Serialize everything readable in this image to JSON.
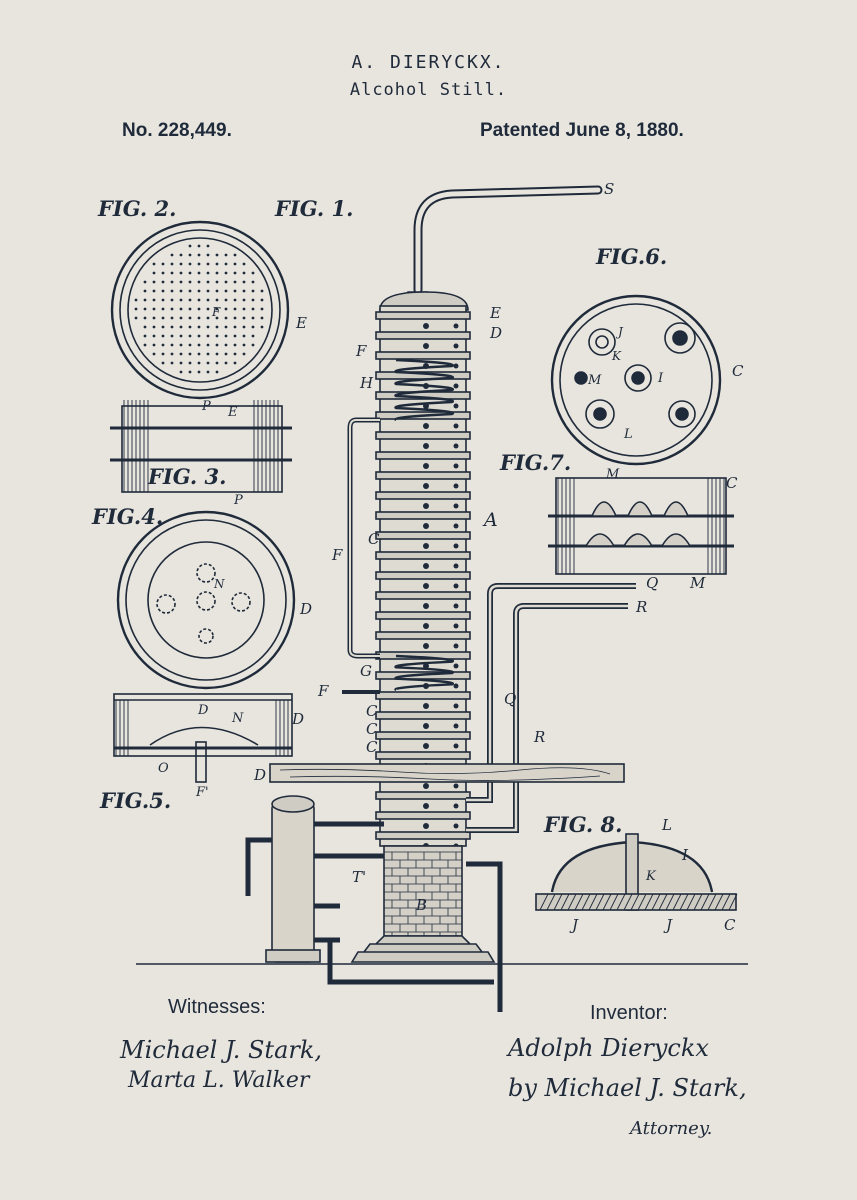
{
  "header": {
    "inventor_name": "A. DIERYCKX.",
    "title": "Alcohol Still.",
    "patent_number": "No. 228,449.",
    "patent_date": "Patented June 8, 1880."
  },
  "figures": {
    "fig1": "FIG. 1.",
    "fig2": "FIG. 2.",
    "fig3": "FIG. 3.",
    "fig4": "FIG.4.",
    "fig5": "FIG.5.",
    "fig6": "FIG.6.",
    "fig7": "FIG.7.",
    "fig8": "FIG. 8."
  },
  "reference_letters": {
    "s": "S",
    "e": "E",
    "d": "D",
    "f": "F",
    "h": "H",
    "c": "C",
    "a": "A",
    "g": "G",
    "q": "Q",
    "r": "R",
    "m": "M",
    "i": "I",
    "j": "J",
    "k": "K",
    "l": "L",
    "n": "N",
    "o": "O",
    "p": "P",
    "b": "B",
    "t": "T'",
    "f_prime": "F'"
  },
  "footer": {
    "witnesses_label": "Witnesses:",
    "inventor_label": "Inventor:",
    "witness_1": "Michael J. Stark,",
    "witness_2": "Marta L. Walker",
    "inventor_signature": "Adolph Dieryckx",
    "attorney_by": "by Michael J. Stark,",
    "attorney_label": "Attorney."
  },
  "colors": {
    "paper": "#e8e5de",
    "ink": "#1f2a3a"
  }
}
